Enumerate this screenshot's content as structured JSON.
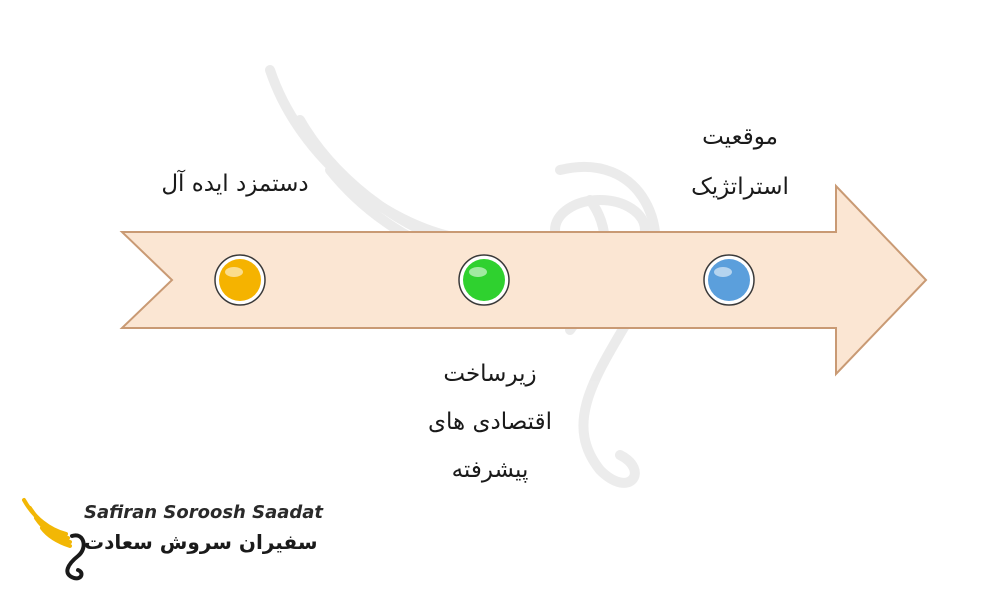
{
  "stages": [
    {
      "id": "ideal",
      "lines": [
        "دستمزد ایده آل"
      ],
      "dot_color": "#f5b300"
    },
    {
      "id": "infrastructure",
      "lines": [
        "زیرساخت",
        "اقتصادی های",
        "پیشرفته"
      ],
      "dot_color": "#2fd12f"
    },
    {
      "id": "strategic",
      "lines": [
        "موقعیت",
        "استراتژیک"
      ],
      "dot_color": "#5b9fdc"
    }
  ],
  "arrow": {
    "fill": "#fbe6d3",
    "stroke": "#c99a74"
  },
  "brand": {
    "name_en": "Safiran Soroosh Saadat",
    "name_fa": "سفیران سروش سعادت",
    "accent": "#f2b705"
  }
}
